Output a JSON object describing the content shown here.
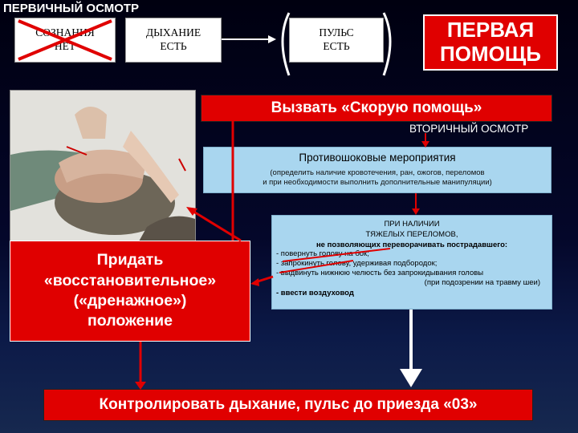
{
  "title": "ПЕРВИЧНЫЙ ОСМОТР",
  "primary_boxes": [
    {
      "line1": "СОЗНАНИЯ",
      "line2": "НЕТ"
    },
    {
      "line1": "ДЫХАНИЕ",
      "line2": "ЕСТЬ"
    },
    {
      "line1": "ПУЛЬС",
      "line2": "ЕСТЬ"
    }
  ],
  "first_aid": {
    "line1": "ПЕРВАЯ",
    "line2": "ПОМОЩЬ"
  },
  "call_ambulance": "Вызвать «Скорую помощь»",
  "secondary": "ВТОРИЧНЫЙ ОСМОТР",
  "antishock": {
    "heading": "Противошоковые мероприятия",
    "line1": "(определить наличие кровотечения, ран, ожогов, переломов",
    "line2": "и при необходимости выполнить дополнительные манипуляции)"
  },
  "fractures": {
    "line1": "ПРИ НАЛИЧИИ",
    "line2": "ТЯЖЕЛЫХ ПЕРЕЛОМОВ,",
    "line3": "не позволяющих переворачивать пострадавшего:",
    "item1": "- повернуть голову на бок;",
    "item2": "- запрокинуть голову, удерживая подбородок;",
    "item3": "- выдвинуть нижнюю челюсть без запрокидывания головы",
    "item3b": "(при подозрении на травму шеи)",
    "item4": "- ввести воздуховод"
  },
  "recovery": {
    "line1": "Придать",
    "line2": "«восстановительное»",
    "line3": "(«дренажное»)",
    "line4": "положение"
  },
  "monitor": "Контролировать дыхание, пульс до приезда «03»",
  "colors": {
    "red": "#e00000",
    "light_blue": "#a9d6ef",
    "background": "#04072a"
  }
}
